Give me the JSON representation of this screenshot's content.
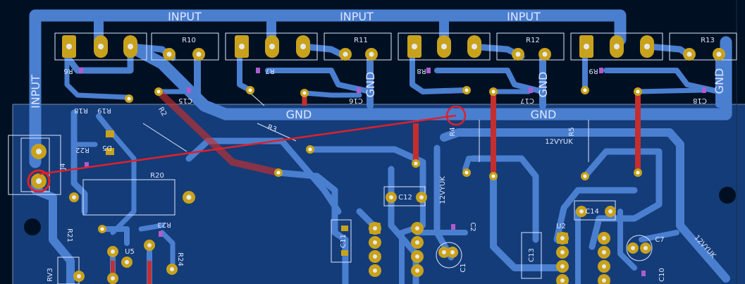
{
  "colors": {
    "background": "#001023",
    "board_fill": "#143c78",
    "board_edge": "#7a8aa8",
    "trace_blue": "#4a7fd0",
    "trace_red": "#c42e2e",
    "pad_gold": "#c8a21c",
    "pad_hole": "#e8e8e8",
    "silk": "#dde6ff",
    "ratsnest": "#e0202a"
  },
  "net_labels": {
    "input_1": "INPUT",
    "input_2": "INPUT",
    "input_3": "INPUT",
    "input_vertical": "INPUT",
    "gnd_main_1": "GND",
    "gnd_main_2": "GND",
    "gnd_v_1": "GND",
    "gnd_v_2": "GND",
    "gnd_v_3": "GND",
    "supply_h": "12VYUK",
    "supply_v": "12VYUK",
    "supply_diag": "12VYUK"
  },
  "refs": {
    "r10": "R10",
    "r11": "R11",
    "r12": "R12",
    "r13": "R13",
    "r6": "R6",
    "r7": "R7",
    "r8": "R8",
    "r9": "R9",
    "c15": "C15",
    "c16": "C16",
    "c17": "C17",
    "c18": "C18",
    "r18": "R18",
    "r19": "R19",
    "r22": "R22",
    "d5": "D5",
    "r20": "R20",
    "r21": "R21",
    "r23": "R23",
    "r24": "R24",
    "u5": "U5",
    "rv3": "RV3",
    "r2": "R2",
    "r3": "R3",
    "r4": "R4",
    "r5": "R5",
    "c12": "C12",
    "c11": "C11",
    "c2": "C2",
    "c1": "C1",
    "c13": "C13",
    "u2": "U2",
    "c14": "C14",
    "c7": "C7",
    "c10": "C10",
    "j4": "J4"
  }
}
